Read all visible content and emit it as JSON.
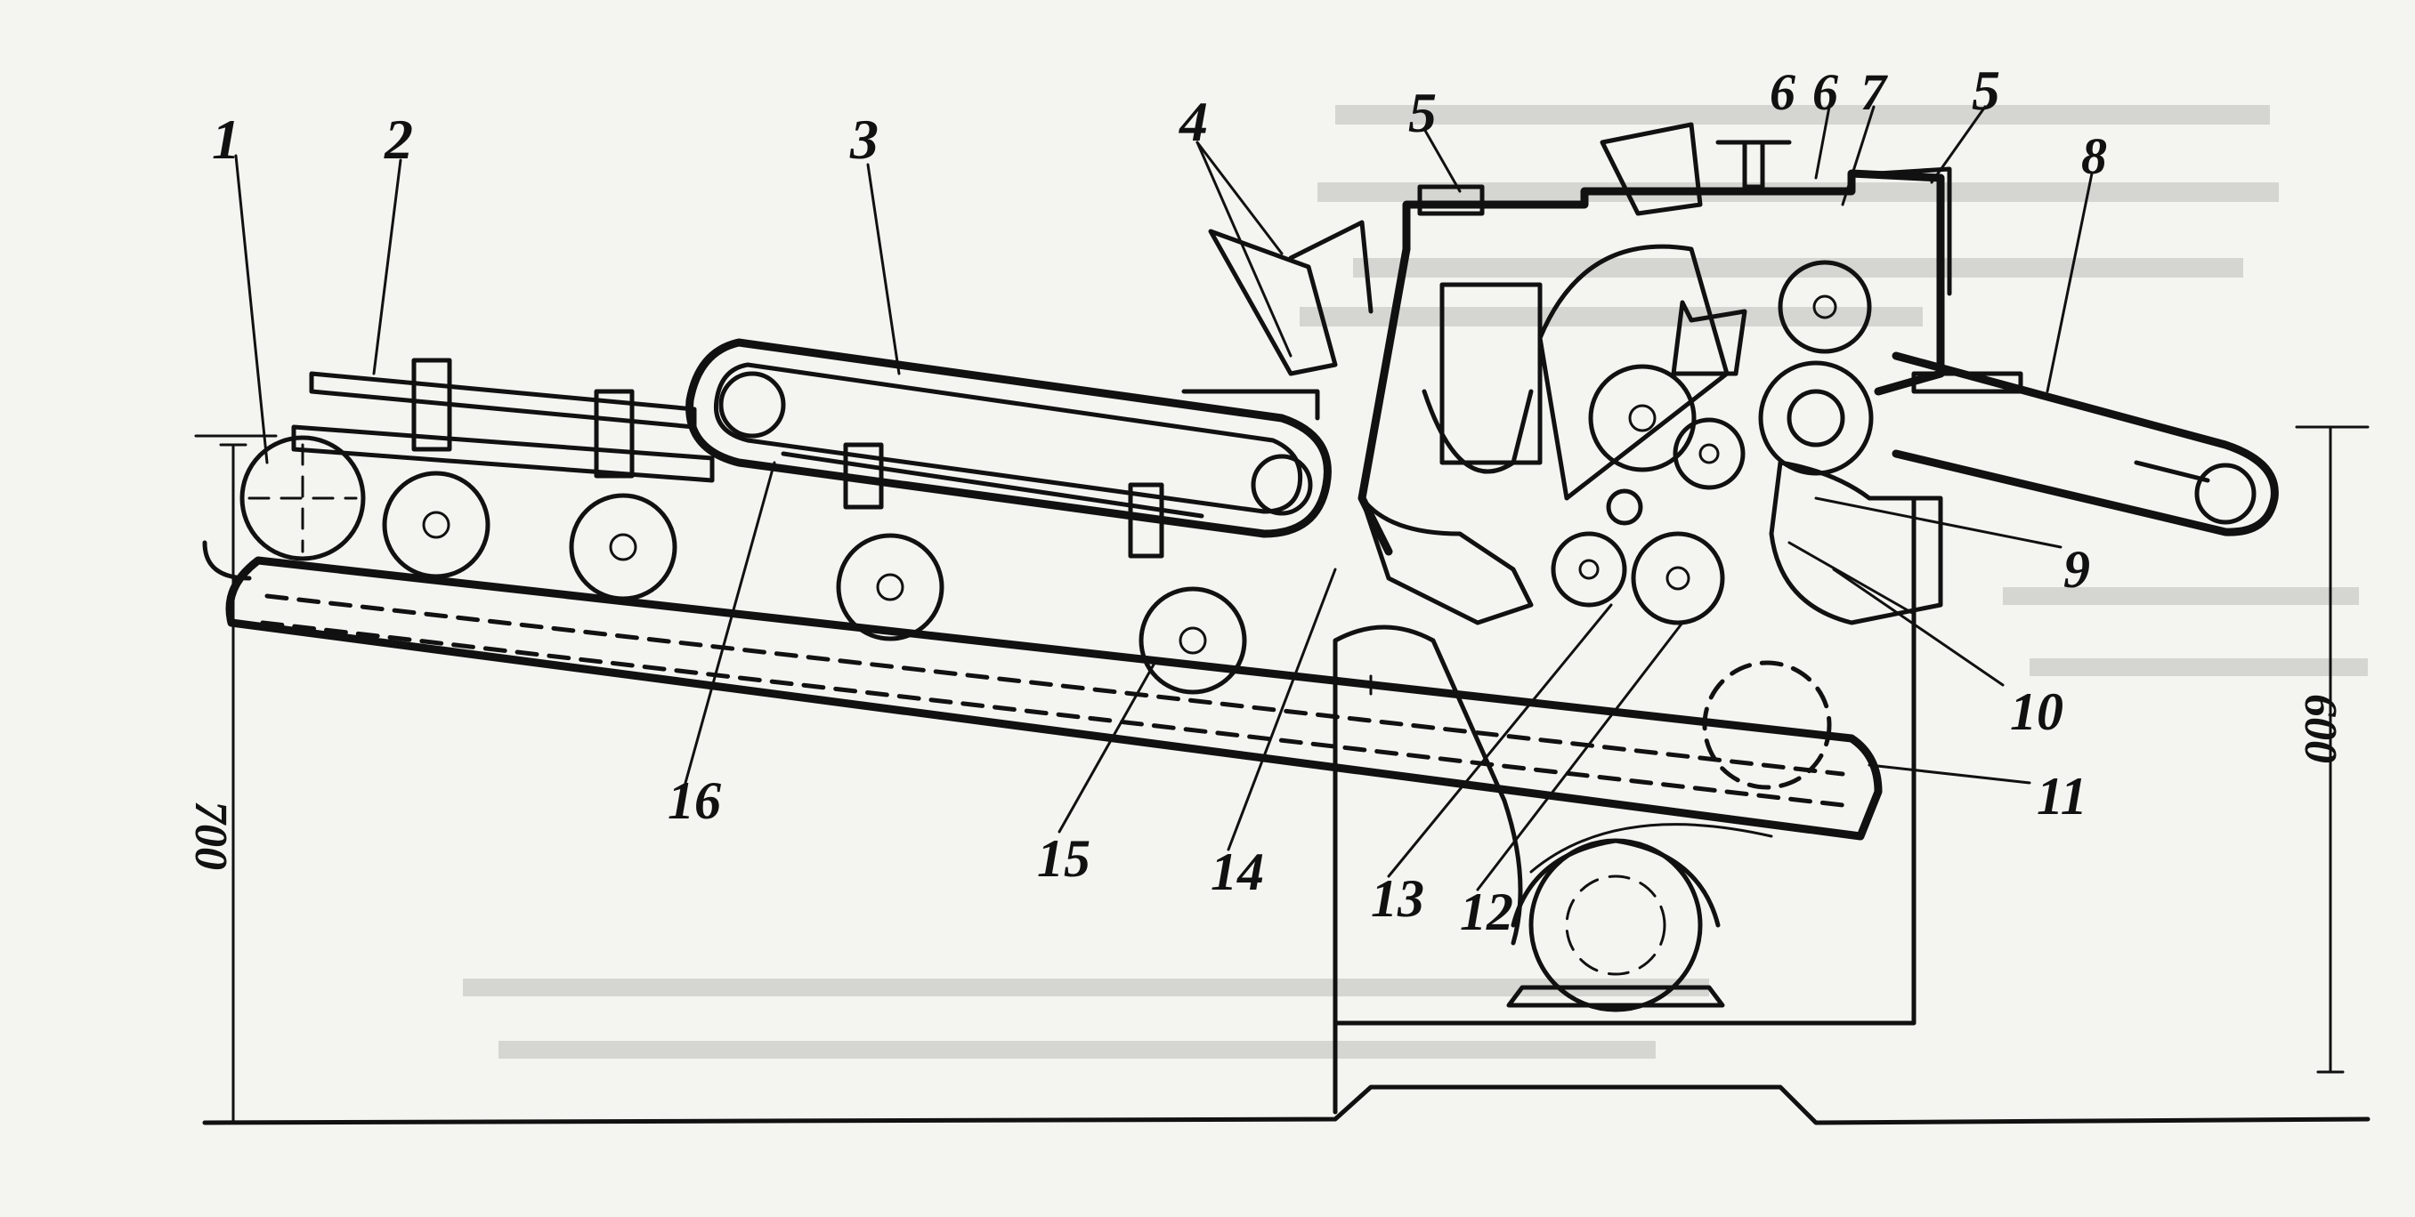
{
  "callouts": [
    "1",
    "2",
    "3",
    "4",
    "5",
    "6",
    "7",
    "8",
    "5",
    "6",
    "9",
    "10",
    "11",
    "12",
    "13",
    "14",
    "15",
    "16"
  ],
  "dimensions": {
    "left_height": "700",
    "right_height": "600"
  },
  "colors": {
    "ink": "#111111",
    "paper": "#f4f4f1"
  }
}
